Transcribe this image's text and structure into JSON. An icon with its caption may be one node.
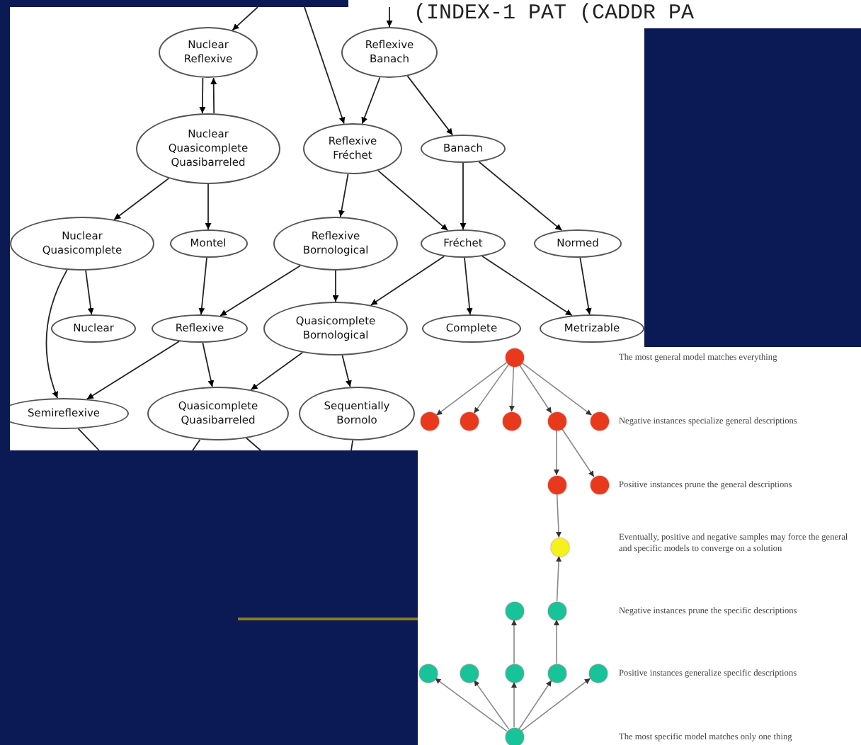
{
  "diagram": {
    "nodes": [
      {
        "text": [
          "Nuclear Reflexive"
        ]
      },
      {
        "text": [
          "Reflexive Banach"
        ]
      },
      {
        "text": [
          "Nuclear Quasicomplete Quasibarreled"
        ]
      },
      {
        "text": [
          "Reflexive Fréchet"
        ]
      },
      {
        "text": [
          "Banach"
        ]
      },
      {
        "text": [
          "Nuclear Quasicomplete"
        ]
      },
      {
        "text": [
          "Montel"
        ]
      },
      {
        "text": [
          "Reflexive Bornological"
        ]
      },
      {
        "text": [
          "Fréchet"
        ]
      },
      {
        "text": [
          "Normed"
        ]
      },
      {
        "text": [
          "Nuclear"
        ]
      },
      {
        "text": [
          "Reflexive"
        ]
      },
      {
        "text": [
          "Quasicomplete Bornological"
        ]
      },
      {
        "text": [
          "Complete"
        ]
      },
      {
        "text": [
          "Metrizable"
        ]
      },
      {
        "text": [
          "Semireflexive"
        ]
      },
      {
        "text": [
          "Quasicomplete Quasibarreled"
        ]
      },
      {
        "text": [
          "Sequentially Bornolo"
        ]
      },
      {
        "text": [],
        "shape": "circle"
      },
      {
        "text": [],
        "shape": "circle"
      },
      {
        "text": [],
        "shape": "circle"
      },
      {
        "text": [],
        "shape": "circle"
      },
      {
        "text": [],
        "shape": "circle"
      },
      {
        "text": [],
        "shape": "circle"
      },
      {
        "text": [],
        "shape": "circle"
      },
      {
        "text": [],
        "shape": "circle"
      },
      {
        "text": [],
        "shape": "circle"
      },
      {
        "text": [],
        "shape": "circle"
      },
      {
        "text": [],
        "shape": "circle"
      },
      {
        "text": [],
        "shape": "circle"
      },
      {
        "text": [],
        "shape": "circle"
      },
      {
        "text": [],
        "shape": "circle"
      },
      {
        "text": [],
        "shape": "circle"
      },
      {
        "text": [],
        "shape": "circle"
      },
      {
        "text": [],
        "shape": "circle"
      }
    ],
    "edges": [
      {
        "from": null,
        "to": 0,
        "arrow": "to"
      },
      {
        "from": null,
        "to": 3,
        "arrow": "to"
      },
      {
        "from": null,
        "to": 1,
        "arrow": "to"
      },
      {
        "from": 0,
        "to": 2,
        "arrow": "to"
      },
      {
        "from": 2,
        "to": 0,
        "arrow": "to"
      },
      {
        "from": 1,
        "to": 3,
        "arrow": "to"
      },
      {
        "from": 1,
        "to": 4,
        "arrow": "to"
      },
      {
        "from": 2,
        "to": 5,
        "arrow": "to"
      },
      {
        "from": 2,
        "to": 6,
        "arrow": "to"
      },
      {
        "from": 3,
        "to": 7,
        "arrow": "to"
      },
      {
        "from": 3,
        "to": 8,
        "arrow": "to"
      },
      {
        "from": 4,
        "to": 8,
        "arrow": "to"
      },
      {
        "from": 4,
        "to": 9,
        "arrow": "to"
      },
      {
        "from": 5,
        "to": 10,
        "arrow": "to"
      },
      {
        "from": 5,
        "to": 15,
        "arrow": "to"
      },
      {
        "from": 6,
        "to": 11,
        "arrow": "to"
      },
      {
        "from": 7,
        "to": 11,
        "arrow": "to"
      },
      {
        "from": 7,
        "to": 12,
        "arrow": "to"
      },
      {
        "from": 8,
        "to": 12,
        "arrow": "to"
      },
      {
        "from": 8,
        "to": 13,
        "arrow": "to"
      },
      {
        "from": 8,
        "to": 14,
        "arrow": "to"
      },
      {
        "from": 9,
        "to": 14,
        "arrow": "to"
      },
      {
        "from": 11,
        "to": 15,
        "arrow": "to"
      },
      {
        "from": 11,
        "to": 16,
        "arrow": "to"
      },
      {
        "from": 12,
        "to": 16,
        "arrow": "to"
      },
      {
        "from": 12,
        "to": 17,
        "arrow": "to"
      },
      {
        "from": 15,
        "to": null,
        "arrow": "none"
      },
      {
        "from": 16,
        "to": null,
        "arrow": "none"
      },
      {
        "from": 16,
        "to": null,
        "arrow": "none"
      },
      {
        "from": 17,
        "to": null,
        "arrow": "none"
      },
      {
        "from": 18,
        "to": 19,
        "arrow": "to",
        "color": "#888888"
      },
      {
        "from": 18,
        "to": 20,
        "arrow": "to",
        "color": "#888888"
      },
      {
        "from": 18,
        "to": 21,
        "arrow": "to",
        "color": "#888888"
      },
      {
        "from": 18,
        "to": 22,
        "arrow": "to",
        "color": "#888888"
      },
      {
        "from": 18,
        "to": 23,
        "arrow": "to",
        "color": "#888888"
      },
      {
        "from": 22,
        "to": 24,
        "arrow": "to",
        "color": "#888888"
      },
      {
        "from": 22,
        "to": 25,
        "arrow": "to",
        "color": "#888888"
      },
      {
        "from": 24,
        "to": 26,
        "arrow": "to",
        "color": "#888888"
      },
      {
        "from": 31,
        "to": 27,
        "arrow": "to",
        "color": "#888888"
      },
      {
        "from": 32,
        "to": 28,
        "arrow": "to",
        "color": "#888888"
      },
      {
        "from": 28,
        "to": 26,
        "arrow": "to",
        "color": "#888888"
      },
      {
        "from": 34,
        "to": 29,
        "arrow": "to",
        "color": "#888888"
      },
      {
        "from": 34,
        "to": 30,
        "arrow": "to",
        "color": "#888888"
      },
      {
        "from": 34,
        "to": 31,
        "arrow": "to",
        "color": "#888888"
      },
      {
        "from": 34,
        "to": 32,
        "arrow": "to",
        "color": "#888888"
      },
      {
        "from": 34,
        "to": 33,
        "arrow": "to",
        "color": "#888888"
      }
    ],
    "labels": [
      "(INDEX-1 PAT (CADDR PA",
      "The most general model matches everything",
      "Negative instances specialize general descriptions",
      "Positive instances prune the general descriptions",
      "Eventually, positive and negative samples may force the general and specific models to converge on a solution",
      "Negative instances prune the specific descriptions",
      "Positive instances generalize specific descriptions",
      "The most specific model matches only one thing"
    ]
  }
}
